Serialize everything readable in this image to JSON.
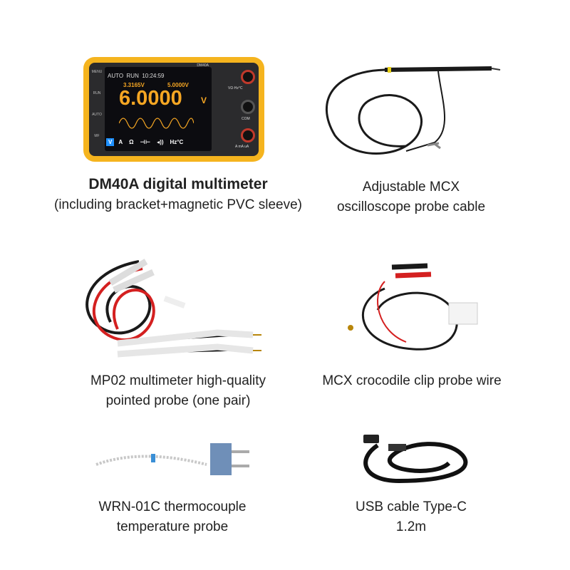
{
  "multimeter_screen": {
    "model": "DM40A",
    "mode": "AUTO",
    "state": "RUN",
    "time": "10:24:59",
    "sub_left": "3.3165V",
    "sub_right": "5.0000V",
    "main_reading": "6.0000",
    "main_unit": "V",
    "side_buttons": [
      "MENU",
      "RUN",
      "AUTO",
      "MF"
    ],
    "tabs": [
      "V",
      "A",
      "Ω",
      "⊣⊢",
      "◂))",
      "Hz°C"
    ],
    "jack_labels": [
      "VΩ·Hz°C",
      "COM",
      "A mA uA"
    ]
  },
  "items": [
    {
      "title": "DM40A digital multimeter",
      "subtitle": "(including bracket+magnetic PVC sleeve)"
    },
    {
      "line1": "Adjustable MCX",
      "line2": "oscilloscope probe cable"
    },
    {
      "line1": "MP02 multimeter high-quality",
      "line2": "pointed probe (one pair)"
    },
    {
      "line1": "MCX crocodile clip probe wire",
      "line2": ""
    },
    {
      "line1": "WRN-01C thermocouple",
      "line2": "temperature probe"
    },
    {
      "line1": "USB cable Type-C",
      "line2": "1.2m"
    }
  ],
  "colors": {
    "device_yellow": "#f5b41e",
    "display_orange": "#f5a623",
    "probe_red": "#d42020"
  }
}
